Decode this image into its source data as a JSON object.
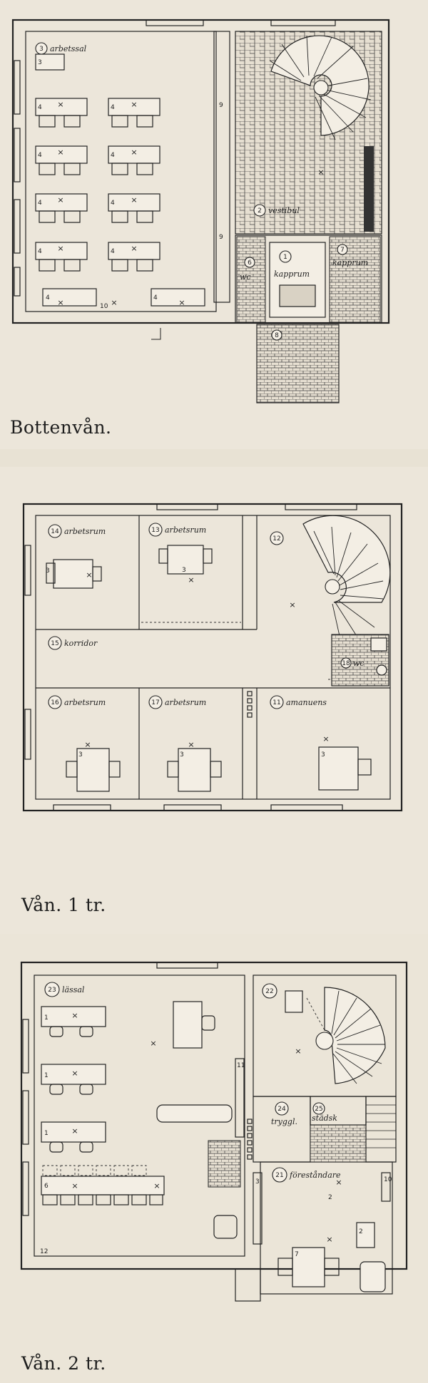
{
  "floors": [
    {
      "caption": "Bottenvån.",
      "rooms": [
        {
          "num": "3",
          "label": "arbetssal"
        },
        {
          "num": "2",
          "label": "vestibul"
        },
        {
          "num": "1",
          "label": "kapprum"
        },
        {
          "num": "8",
          "label": ""
        },
        {
          "num": "6",
          "label": "wc"
        },
        {
          "num": "7",
          "label": "kapprum"
        }
      ],
      "furniture_numbers": [
        "3",
        "4",
        "9",
        "10"
      ]
    },
    {
      "caption": "Vån. 1 tr.",
      "rooms": [
        {
          "num": "14",
          "label": "arbetsrum"
        },
        {
          "num": "13",
          "label": "arbetsrum"
        },
        {
          "num": "12",
          "label": ""
        },
        {
          "num": "15",
          "label": "korridor"
        },
        {
          "num": "16",
          "label": "arbetsrum"
        },
        {
          "num": "17",
          "label": "arbetsrum"
        },
        {
          "num": "11",
          "label": "amanuens"
        },
        {
          "num": "18",
          "label": "wc"
        }
      ],
      "furniture_numbers": [
        "3"
      ]
    },
    {
      "caption": "Vån. 2 tr.",
      "rooms": [
        {
          "num": "23",
          "label": "lässal"
        },
        {
          "num": "22",
          "label": ""
        },
        {
          "num": "24",
          "label": "tryggl."
        },
        {
          "num": "25",
          "label": "städsk"
        },
        {
          "num": "21",
          "label": "föreståndare"
        }
      ],
      "furniture_numbers": [
        "1",
        "2",
        "3",
        "6",
        "7",
        "10",
        "11",
        "12"
      ]
    }
  ]
}
